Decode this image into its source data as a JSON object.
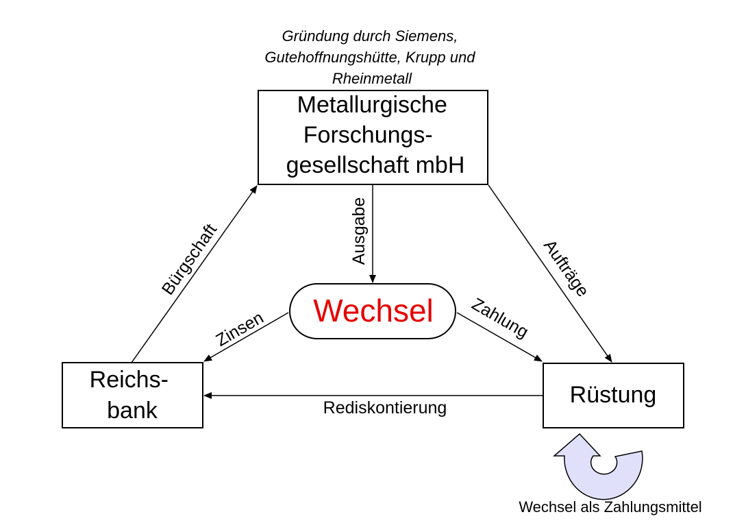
{
  "founding_note": {
    "lines": [
      "Gründung durch Siemens,",
      "Gutehoffnungshütte, Krupp und",
      "Rheinmetall"
    ]
  },
  "nodes": {
    "mefo": {
      "lines": [
        "Metallurgische",
        "Forschungs-",
        "gesellschaft mbH"
      ]
    },
    "wechsel": {
      "label": "Wechsel",
      "color": "#e60000"
    },
    "reichsbank": {
      "lines": [
        "Reichs-",
        "bank"
      ]
    },
    "ruestung": {
      "label": "Rüstung"
    }
  },
  "edges": {
    "buergschaft": "Bürgschaft",
    "ausgabe": "Ausgabe",
    "auftraege": "Aufträge",
    "zinsen": "Zinsen",
    "zahlung": "Zahlung",
    "rediskontierung": "Rediskontierung"
  },
  "cycle": {
    "label": "Wechsel als Zahlungsmittel",
    "fill_color": "#e0e0fa"
  }
}
